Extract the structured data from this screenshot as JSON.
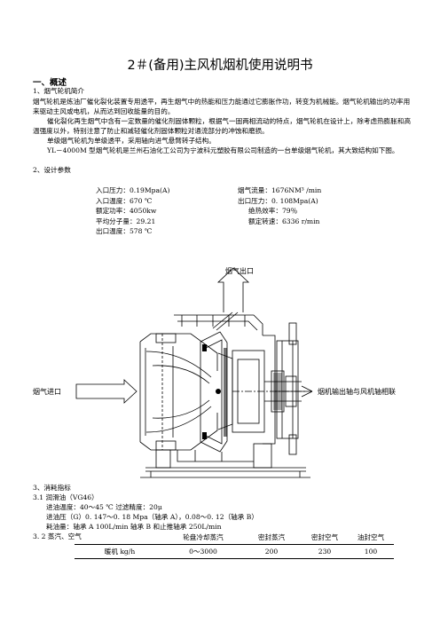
{
  "title": "2＃(备用)主风机烟机使用说明书",
  "section1": {
    "heading": "一、概述"
  },
  "s1_1": {
    "heading": "1、烟气轮机简介",
    "p1": "烟气轮机是炼油厂催化裂化装置专用透平，再生烟气中的热能和压力能通过它膨胀作功，转变为机械能。烟气轮机输出的功率用来驱动主风或电机，从而达到回收能量的目的。",
    "p2": "催化裂化再生烟气中含有一定数量的催化剂固体颗粒，根据气一固两相流动的特点，烟气轮机在设计上，除考虑热膨胀和高温强度以外，特别注意了防止和减轻催化剂固体颗粒对通流部分的冲蚀和磨损。",
    "p3": "单级烟气轮机为单级透平，采用轴向进气悬臂转子结构。",
    "p4": "YL－4000M 型烟气轮机是兰州石油化工公司为宁波科元塑胶有限公司制造的一台单级烟气轮机，其大致结构如下图。"
  },
  "s1_2": {
    "heading": "2、设计参数",
    "left": [
      "入口压力：0.19Mpa(A)",
      "入口温度：670 ℃",
      "额定功率：4050kw",
      "平均分子量：29.21",
      "出口温度：578 ℃"
    ],
    "right": [
      "烟气流量：1676NM³ /min",
      "出口压力：0. 108Mpa(A)",
      "绝热效率：79％",
      "额定转速：6336 r/min"
    ]
  },
  "diagram": {
    "outlet_label": "烟气出口",
    "inlet_label": "烟气进口",
    "shaft_label": "烟机输出轴与风机轴相联"
  },
  "s3": {
    "heading": "3、消耗指标",
    "oil_heading": "3.1 润滑油（VG46）",
    "oil_temp": "进油温度：40～45 ℃    过滤精度：20μ",
    "oil_pressure": "进油压（G）0. 147～0. 18 Mpa（轴承 A），0.08～0. 12（轴承 B）",
    "oil_consumption": "耗油量：轴承 A    100L/min          轴承 B 和止推轴承 250L/min",
    "steam_heading": "3. 2 蒸汽、空气",
    "steam_table": {
      "headers": [
        "",
        "轮盘冷却蒸汽",
        "密封蒸汽",
        "密封空气",
        "油封空气"
      ],
      "row": [
        "暖机 kg/h",
        "0～3000",
        "200",
        "230",
        "100"
      ]
    }
  }
}
